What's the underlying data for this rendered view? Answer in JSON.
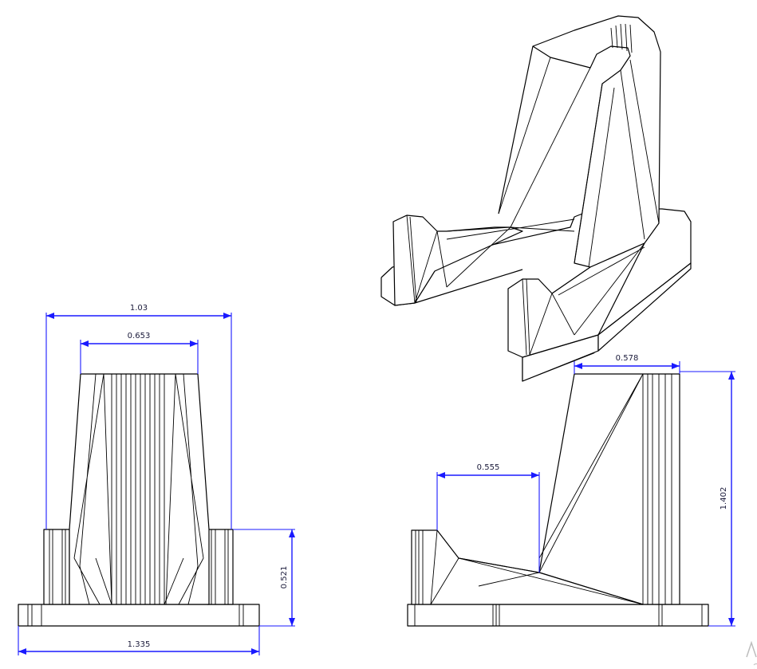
{
  "dimensions": {
    "front_top_outer": "1.03",
    "front_top_inner": "0.653",
    "front_base_width": "1.335",
    "front_tab_height": "0.521",
    "side_top_width": "0.578",
    "side_opening": "0.555",
    "side_height": "1.402"
  },
  "colors": {
    "dimension": "#1a1aff",
    "outline": "#000000",
    "background": "#ffffff"
  }
}
